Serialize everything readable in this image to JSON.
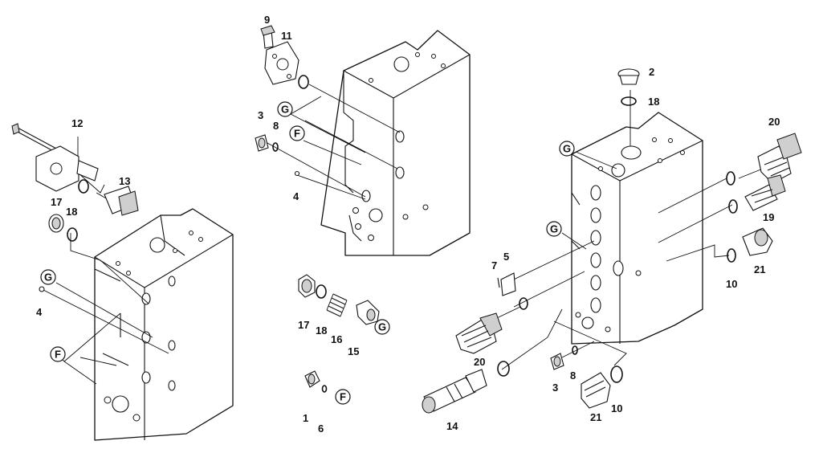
{
  "callouts": [
    "1",
    "2",
    "3",
    "4",
    "5",
    "6",
    "7",
    "8",
    "9",
    "10",
    "11",
    "12",
    "13",
    "14",
    "15",
    "16",
    "17",
    "18",
    "19",
    "20",
    "21"
  ],
  "markers": [
    "G",
    "F"
  ]
}
